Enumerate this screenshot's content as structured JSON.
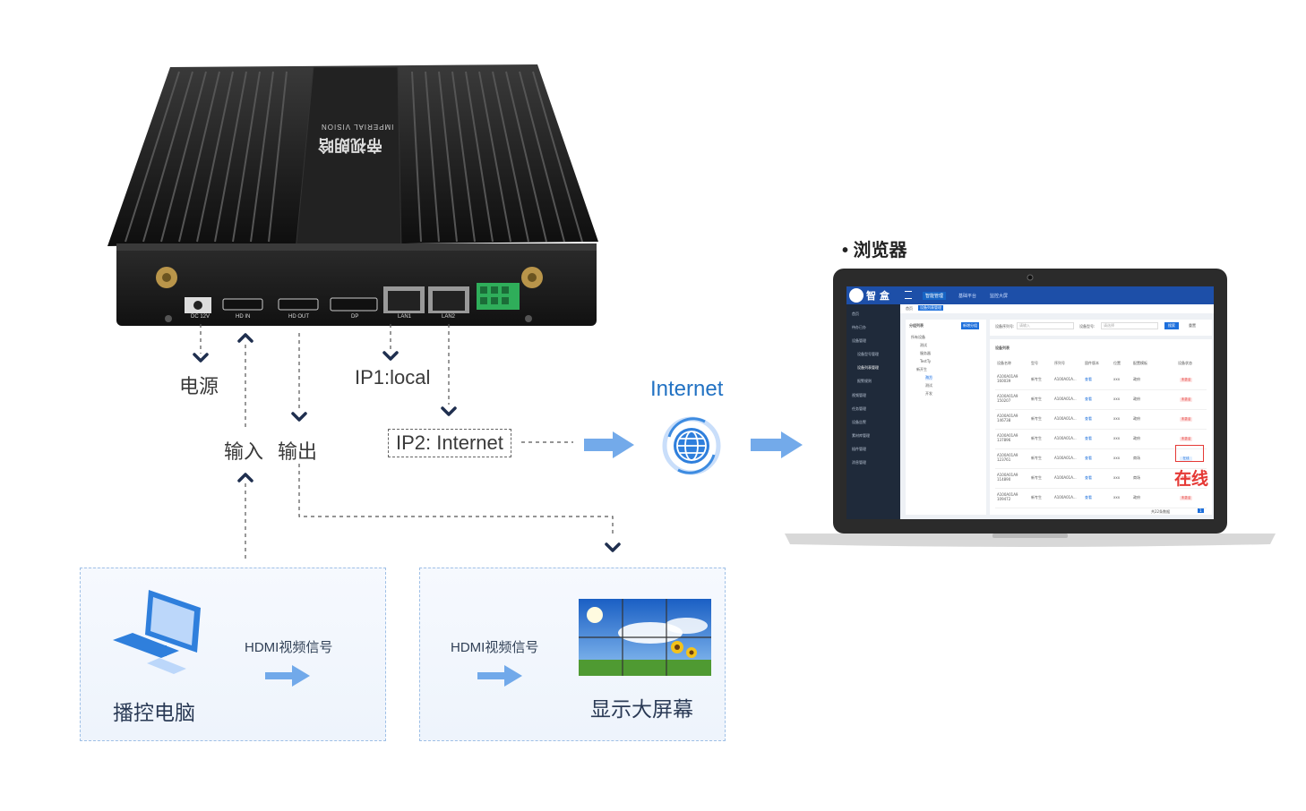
{
  "device": {
    "brand_cn": "帝视朗晗",
    "brand_en": "IMPERIAL VISION",
    "ports": [
      "DC 12V",
      "HD IN",
      "HD OUT",
      "DP",
      "LAN1",
      "LAN2"
    ]
  },
  "labels": {
    "power": "电源",
    "input": "输入",
    "output": "输出",
    "ip1": "IP1:local",
    "ip2": "IP2: Internet",
    "internet": "Internet",
    "browser": "• 浏览器"
  },
  "panels": {
    "pc": {
      "signal": "HDMI视频信号",
      "title": "播控电脑"
    },
    "screen": {
      "signal": "HDMI视频信号",
      "title": "显示大屏幕"
    }
  },
  "laptop": {
    "app_name": "智 盒",
    "top_tabs": [
      "智能管理",
      "基础平台",
      "监控大屏"
    ],
    "breadcrumb": [
      "首页",
      "设备列表管理"
    ],
    "sidebar": [
      "首页",
      "待办已办",
      "设备管理",
      "设备型号管理",
      "设备列表管理",
      "报警规则",
      "视频管理",
      "任务管理",
      "设备告警",
      "素材库管理",
      "插件管理",
      "消息管理"
    ],
    "tree_title": "分组列表",
    "tree_button": "新增分组",
    "tree_items": [
      "所有设备",
      "测试",
      "服务器",
      "TestTy",
      "新开生",
      "海方",
      "测试",
      "开发"
    ],
    "filter_serial_label": "设备序列号:",
    "filter_serial_placeholder": "请输入",
    "filter_model_label": "设备型号:",
    "filter_model_placeholder": "请选择",
    "search_button": "搜索",
    "reset_button": "重置",
    "list_title": "设备列表",
    "columns": [
      "设备名称",
      "型号",
      "序列号",
      "固件版本",
      "位置",
      "配置模板",
      "设备状态"
    ],
    "rows": [
      {
        "name": "A100A01A9 160039",
        "model": "新专生",
        "serial": "A100A01A...",
        "fw": "查看",
        "loc": "xxx",
        "tpl": "政府",
        "status": "未激活"
      },
      {
        "name": "A100A01A9 150207",
        "model": "新专生",
        "serial": "A100A01A...",
        "fw": "查看",
        "loc": "xxx",
        "tpl": "政府",
        "status": "未激活"
      },
      {
        "name": "A100A01A9 146738",
        "model": "新专生",
        "serial": "A100A01A...",
        "fw": "查看",
        "loc": "xxx",
        "tpl": "政府",
        "status": "未激活"
      },
      {
        "name": "A100A01A9 137896",
        "model": "新专生",
        "serial": "A100A01A...",
        "fw": "查看",
        "loc": "xxx",
        "tpl": "政府",
        "status": "未激活"
      },
      {
        "name": "A100A01A9 123761",
        "model": "新专生",
        "serial": "A100A01A...",
        "fw": "查看",
        "loc": "xxx",
        "tpl": "商场",
        "status": "在线"
      },
      {
        "name": "A100A01A9 114890",
        "model": "新专生",
        "serial": "A100A01A...",
        "fw": "查看",
        "loc": "xxx",
        "tpl": "商场",
        "status": "未激活"
      },
      {
        "name": "A100A01A9 109472",
        "model": "新专生",
        "serial": "A100A01A...",
        "fw": "查看",
        "loc": "xxx",
        "tpl": "政府",
        "status": "未激活"
      }
    ],
    "pagination": "共22条数据",
    "page_num": "1",
    "online_callout": "在线"
  },
  "colors": {
    "accent": "#2272c3",
    "arrow": "#4a8ee0",
    "online_red": "#e53935",
    "dark_arrow": "#1f2f4f"
  }
}
